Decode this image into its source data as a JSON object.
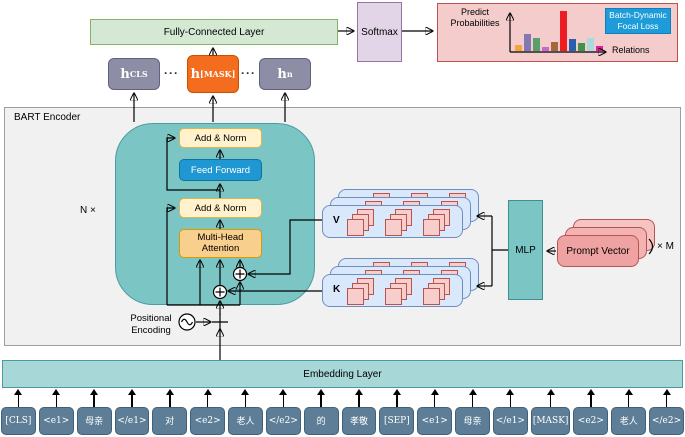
{
  "top": {
    "fully_connected": "Fully-Connected Layer",
    "softmax": "Softmax",
    "dots_left": "···",
    "dots_right": "···",
    "h_states": [
      {
        "base": "h",
        "sub": "CLS"
      },
      {
        "base": "h",
        "sub": "[MASK]"
      },
      {
        "base": "h",
        "sub": "n"
      }
    ]
  },
  "loss_panel": {
    "predict_label": "Predict\nProbabilities",
    "relations_label": "Relations",
    "focal_loss_label": "Batch-Dynamic\nFocal Loss"
  },
  "chart_data": {
    "type": "bar",
    "title": "Predict Probabilities",
    "xlabel": "Relations",
    "ylabel": "Predict Probabilities",
    "values": [
      0.11,
      0.32,
      0.25,
      0.07,
      0.17,
      0.75,
      0.22,
      0.15,
      0.25,
      0.09
    ],
    "bar_colors": [
      "#f0a63a",
      "#8478b4",
      "#5b9e6e",
      "#c468cc",
      "#a5683a",
      "#ec1c24",
      "#2b5eae",
      "#3d9348",
      "#a9dade",
      "#de1f9e"
    ],
    "ylim": [
      0,
      1
    ],
    "gridlines": false,
    "tick_labels_shown": false
  },
  "encoder": {
    "title": "BART Encoder",
    "n_times": "N ×",
    "add_norm_top": "Add & Norm",
    "feed_forward": "Feed Forward",
    "add_norm_bottom": "Add & Norm",
    "multi_head_attention": "Multi-Head\nAttention",
    "v_label": "V",
    "k_label": "K",
    "mlp": "MLP",
    "prompt_vector": "Prompt Vector",
    "times_m": "× M",
    "positional_encoding": "Positional\nEncoding"
  },
  "embedding_layer": "Embedding Layer",
  "tokens": [
    "[CLS]",
    "<e1>",
    "母亲",
    "</e1>",
    "对",
    "<e2>",
    "老人",
    "</e2>",
    "的",
    "孝敬",
    "[SEP]",
    "<e1>",
    "母亲",
    "</e1>",
    "[MASK]",
    "<e2>",
    "老人",
    "</e2>"
  ],
  "colors": {
    "encoder_teal": "#7cc5c5",
    "embedding_teal": "#a7d7d7",
    "mask_orange": "#f46c1e",
    "hidden_gray": "#8d8da6",
    "focal_blue": "#1d9cd9",
    "panel_pink": "#f4cccc",
    "token_slate": "#5d7e96"
  }
}
